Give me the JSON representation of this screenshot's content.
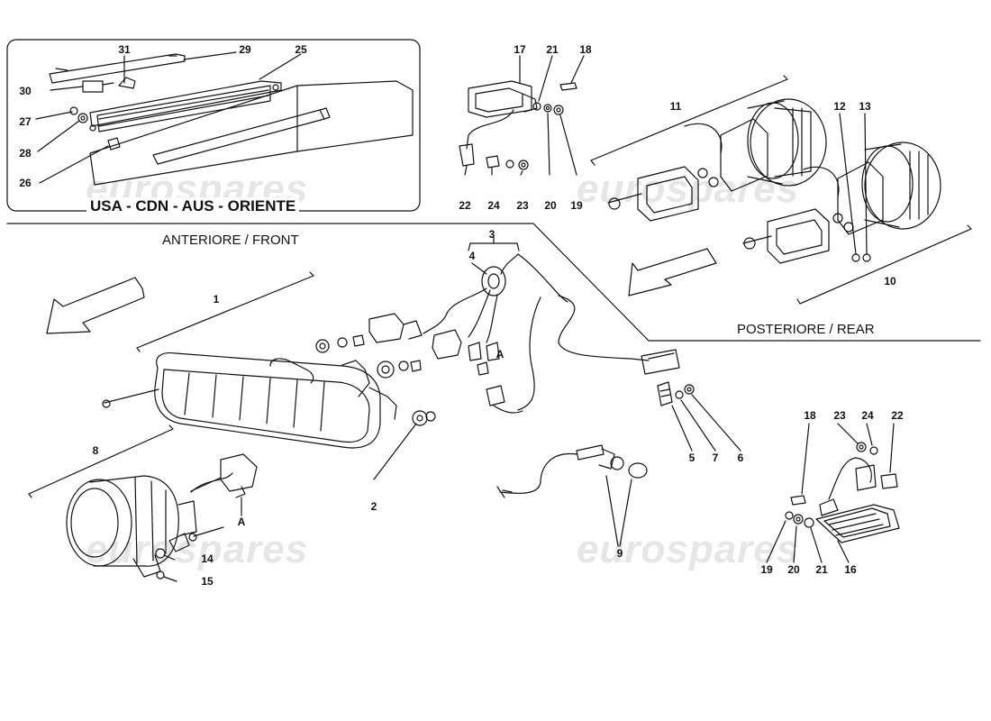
{
  "inset": {
    "title": "USA - CDN - AUS - ORIENTE"
  },
  "sections": {
    "front": "ANTERIORE / FRONT",
    "rear": "POSTERIORE / REAR"
  },
  "markers": {
    "a1": "A",
    "a2": "A"
  },
  "watermark": "eurospares",
  "callouts": {
    "p1": "1",
    "p2": "2",
    "p3": "3",
    "p4": "4",
    "p5": "5",
    "p6": "6",
    "p7": "7",
    "p8": "8",
    "p9": "9",
    "p10": "10",
    "p11": "11",
    "p12": "12",
    "p13": "13",
    "p14": "14",
    "p15": "15",
    "p16": "16",
    "p17": "17",
    "p18a": "18",
    "p18b": "18",
    "p19a": "19",
    "p19b": "19",
    "p20a": "20",
    "p20b": "20",
    "p21a": "21",
    "p21b": "21",
    "p22a": "22",
    "p22b": "22",
    "p23a": "23",
    "p23b": "23",
    "p24a": "24",
    "p24b": "24",
    "p25": "25",
    "p26": "26",
    "p27": "27",
    "p28": "28",
    "p29": "29",
    "p30": "30",
    "p31": "31"
  }
}
